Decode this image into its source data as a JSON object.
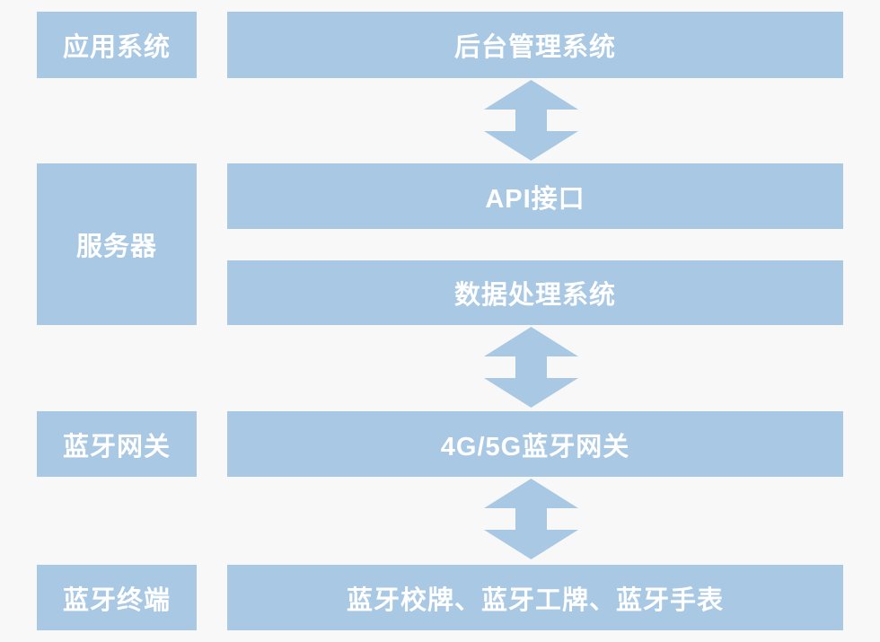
{
  "theme": {
    "bg_color": "#f8f8f8",
    "box_color": "#a8c8e4",
    "text_color": "#ffffff"
  },
  "diagram": {
    "rows": [
      {
        "label": "应用系统",
        "boxes": [
          "后台管理系统"
        ]
      },
      {
        "label": "服务器",
        "boxes": [
          "API接口",
          "数据处理系统"
        ]
      },
      {
        "label": "蓝牙网关",
        "boxes": [
          "4G/5G蓝牙网关"
        ]
      },
      {
        "label": "蓝牙终端",
        "boxes": [
          "蓝牙校牌、蓝牙工牌、蓝牙手表"
        ]
      }
    ],
    "connectors": [
      {
        "type": "updown-arrow",
        "between": [
          "后台管理系统",
          "API接口"
        ]
      },
      {
        "type": "updown-arrow",
        "between": [
          "数据处理系统",
          "4G/5G蓝牙网关"
        ]
      },
      {
        "type": "updown-arrow",
        "between": [
          "4G/5G蓝牙网关",
          "蓝牙校牌、蓝牙工牌、蓝牙手表"
        ]
      }
    ]
  }
}
